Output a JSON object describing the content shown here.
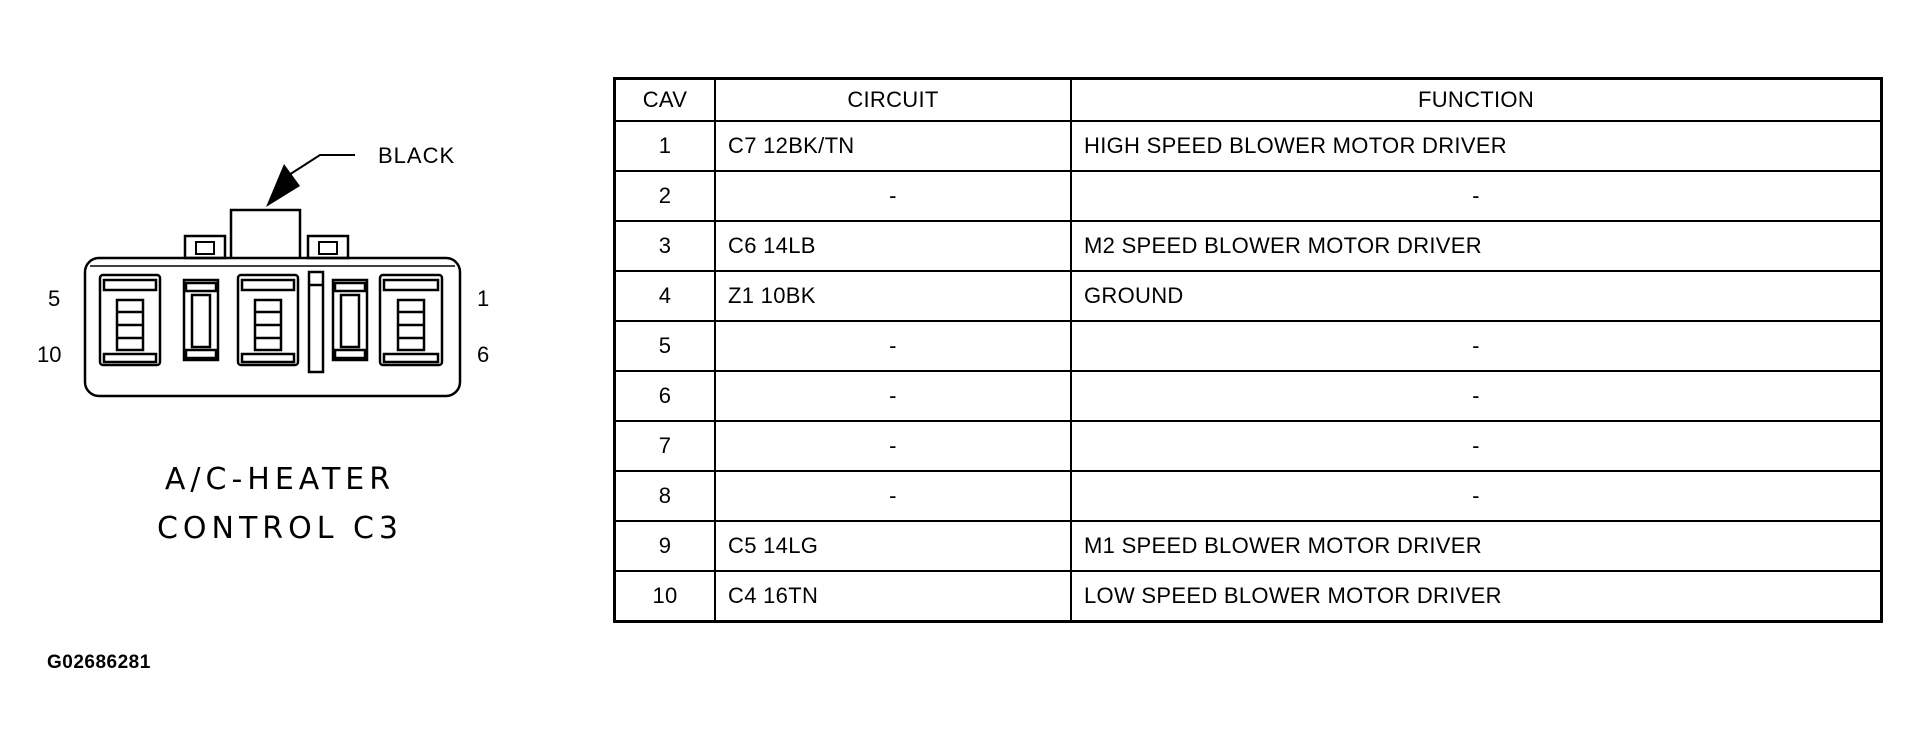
{
  "connector": {
    "color_label": "BLACK",
    "title_line1": "A/C-HEATER",
    "title_line2": "CONTROL C3",
    "pin_labels": {
      "top_left": "5",
      "bottom_left": "10",
      "top_right": "1",
      "bottom_right": "6"
    }
  },
  "table": {
    "headers": {
      "cav": "CAV",
      "circuit": "CIRCUIT",
      "function": "FUNCTION"
    },
    "rows": [
      {
        "cav": "1",
        "circuit": "C7 12BK/TN",
        "function": "HIGH SPEED BLOWER MOTOR DRIVER"
      },
      {
        "cav": "2",
        "circuit": "-",
        "function": "-"
      },
      {
        "cav": "3",
        "circuit": "C6 14LB",
        "function": "M2 SPEED BLOWER MOTOR DRIVER"
      },
      {
        "cav": "4",
        "circuit": "Z1 10BK",
        "function": "GROUND"
      },
      {
        "cav": "5",
        "circuit": "-",
        "function": "-"
      },
      {
        "cav": "6",
        "circuit": "-",
        "function": "-"
      },
      {
        "cav": "7",
        "circuit": "-",
        "function": "-"
      },
      {
        "cav": "8",
        "circuit": "-",
        "function": "-"
      },
      {
        "cav": "9",
        "circuit": "C5 14LG",
        "function": "M1 SPEED BLOWER MOTOR DRIVER"
      },
      {
        "cav": "10",
        "circuit": "C4 16TN",
        "function": "LOW SPEED BLOWER MOTOR DRIVER"
      }
    ]
  },
  "figure_code": "G02686281"
}
